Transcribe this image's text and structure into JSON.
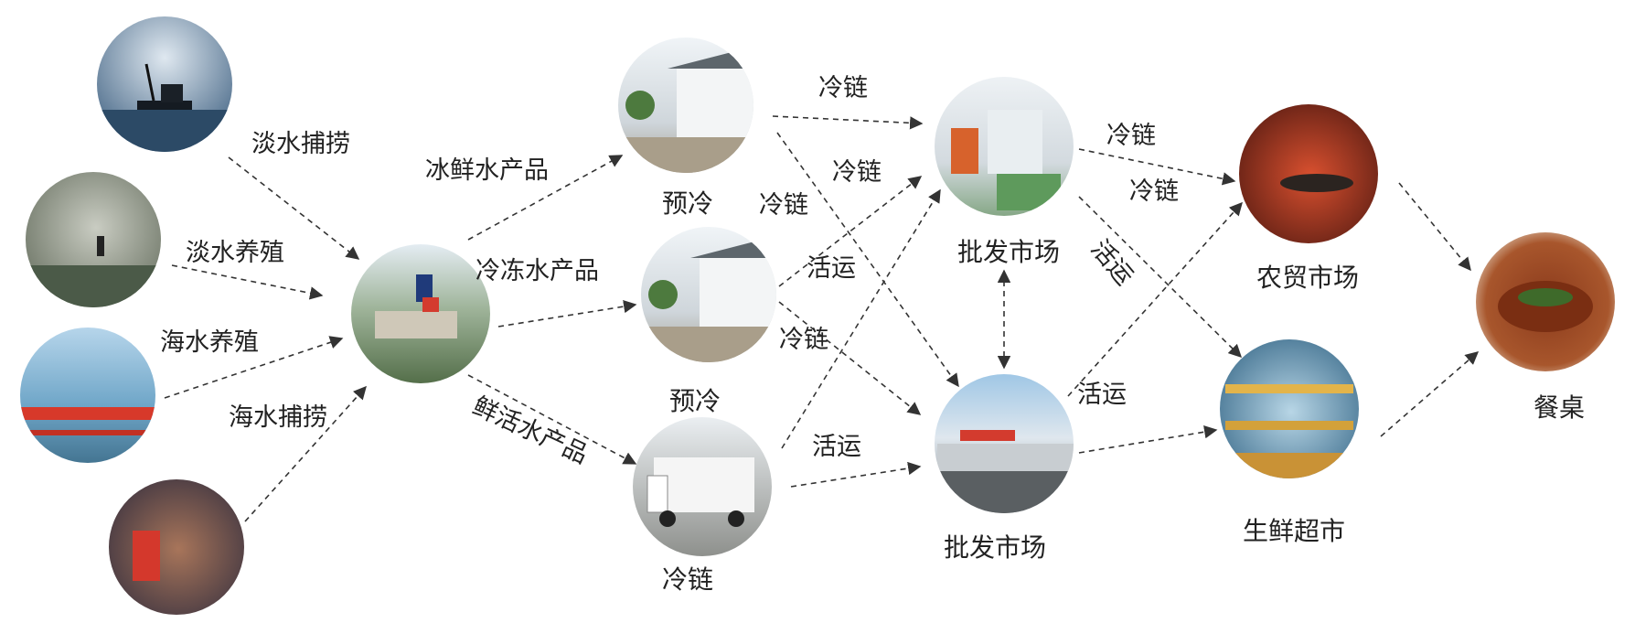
{
  "nodes": {
    "freshwater_fishing": {
      "label": ""
    },
    "freshwater_farming": {
      "label": ""
    },
    "seawater_farming": {
      "label": ""
    },
    "seawater_fishing": {
      "label": ""
    },
    "collection": {
      "label": ""
    },
    "precool_top": {
      "label": "预冷"
    },
    "precool_mid": {
      "label": "预冷"
    },
    "truck": {
      "label": "冷链"
    },
    "wholesale_top": {
      "label": "批发市场"
    },
    "wholesale_bottom": {
      "label": "批发市场"
    },
    "farmers_market": {
      "label": "农贸市场"
    },
    "supermarket": {
      "label": "生鲜超市"
    },
    "table": {
      "label": "餐桌"
    }
  },
  "edges": {
    "freshwater_fishing": "淡水捕捞",
    "freshwater_farming": "淡水养殖",
    "seawater_farming": "海水养殖",
    "seawater_fishing": "海水捕捞",
    "chilled_products": "冰鲜水产品",
    "frozen_products": "冷冻水产品",
    "live_products": "鲜活水产品",
    "cold_chain_1": "冷链",
    "cold_chain_2": "冷链",
    "cold_chain_3": "冷链",
    "live_transport_1": "活运",
    "cold_chain_4": "冷链",
    "live_transport_2": "活运",
    "cold_chain_5": "冷链",
    "cold_chain_6": "冷链",
    "live_transport_3": "活运",
    "live_transport_4": "活运"
  },
  "icons": {
    "freshwater_fishing": "fishing-boat-photo",
    "freshwater_farming": "pond-farming-photo",
    "seawater_farming": "sea-cage-photo",
    "seawater_fishing": "fishing-net-photo",
    "collection": "unloading-photo",
    "precool_top": "cold-storage-photo",
    "precool_mid": "cold-storage-photo",
    "truck": "refrigerated-truck-photo",
    "wholesale_top": "wholesale-hall-photo",
    "wholesale_bottom": "market-building-photo",
    "farmers_market": "seafood-stall-photo",
    "supermarket": "seafood-tank-photo",
    "table": "cooked-dish-photo"
  }
}
